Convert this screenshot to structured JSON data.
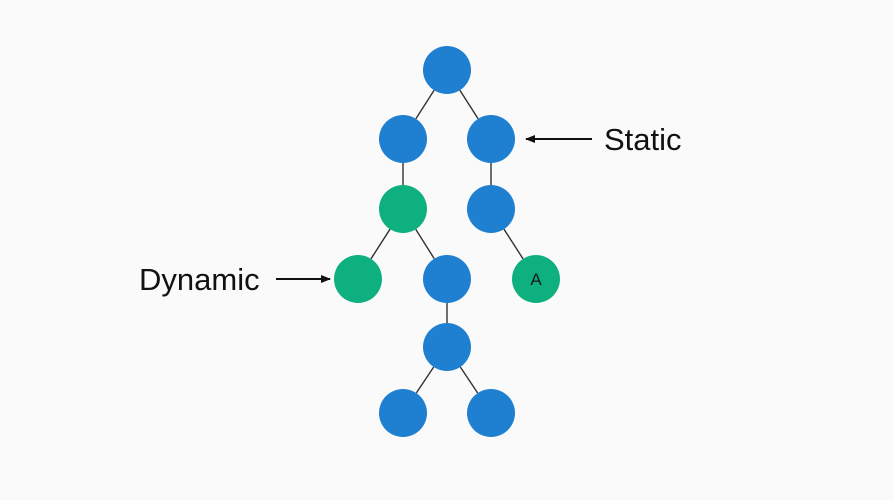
{
  "colors": {
    "static_node": "#1f7fd0",
    "dynamic_node": "#0fb07f",
    "edge": "#333333",
    "arrow": "#111111",
    "background": "#fafafa"
  },
  "labels": {
    "static": "Static",
    "dynamic": "Dynamic"
  },
  "tree": {
    "nodes": [
      {
        "id": "n1",
        "kind": "static",
        "text": ""
      },
      {
        "id": "n2",
        "kind": "static",
        "text": ""
      },
      {
        "id": "n3",
        "kind": "static",
        "text": ""
      },
      {
        "id": "n4",
        "kind": "dynamic",
        "text": ""
      },
      {
        "id": "n5",
        "kind": "static",
        "text": ""
      },
      {
        "id": "n6",
        "kind": "dynamic",
        "text": ""
      },
      {
        "id": "n7",
        "kind": "static",
        "text": ""
      },
      {
        "id": "n8",
        "kind": "dynamic",
        "text": "A"
      },
      {
        "id": "n9",
        "kind": "static",
        "text": ""
      },
      {
        "id": "n10",
        "kind": "static",
        "text": ""
      },
      {
        "id": "n11",
        "kind": "static",
        "text": ""
      }
    ],
    "edges": [
      [
        "n1",
        "n2"
      ],
      [
        "n1",
        "n3"
      ],
      [
        "n2",
        "n4"
      ],
      [
        "n3",
        "n5"
      ],
      [
        "n4",
        "n6"
      ],
      [
        "n4",
        "n7"
      ],
      [
        "n5",
        "n8"
      ],
      [
        "n7",
        "n9"
      ],
      [
        "n9",
        "n10"
      ],
      [
        "n9",
        "n11"
      ]
    ]
  }
}
